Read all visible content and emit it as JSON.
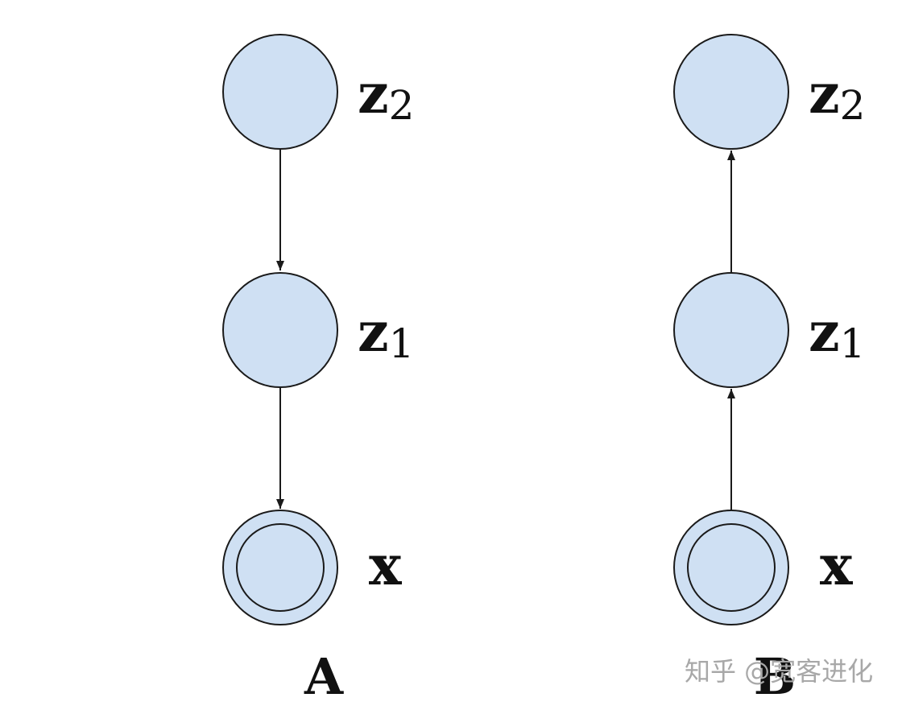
{
  "panels": [
    {
      "label": "A",
      "direction": "down",
      "nodes": {
        "z2": {
          "main": "z",
          "sub": "2"
        },
        "z1": {
          "main": "z",
          "sub": "1"
        },
        "x": {
          "main": "x",
          "sub": ""
        }
      }
    },
    {
      "label": "B",
      "direction": "up",
      "nodes": {
        "z2": {
          "main": "z",
          "sub": "2"
        },
        "z1": {
          "main": "z",
          "sub": "1"
        },
        "x": {
          "main": "x",
          "sub": ""
        }
      }
    }
  ],
  "watermark": "知乎 @宽客进化",
  "colors": {
    "node_fill": "#cfe0f3",
    "stroke": "#1a1a1a"
  }
}
